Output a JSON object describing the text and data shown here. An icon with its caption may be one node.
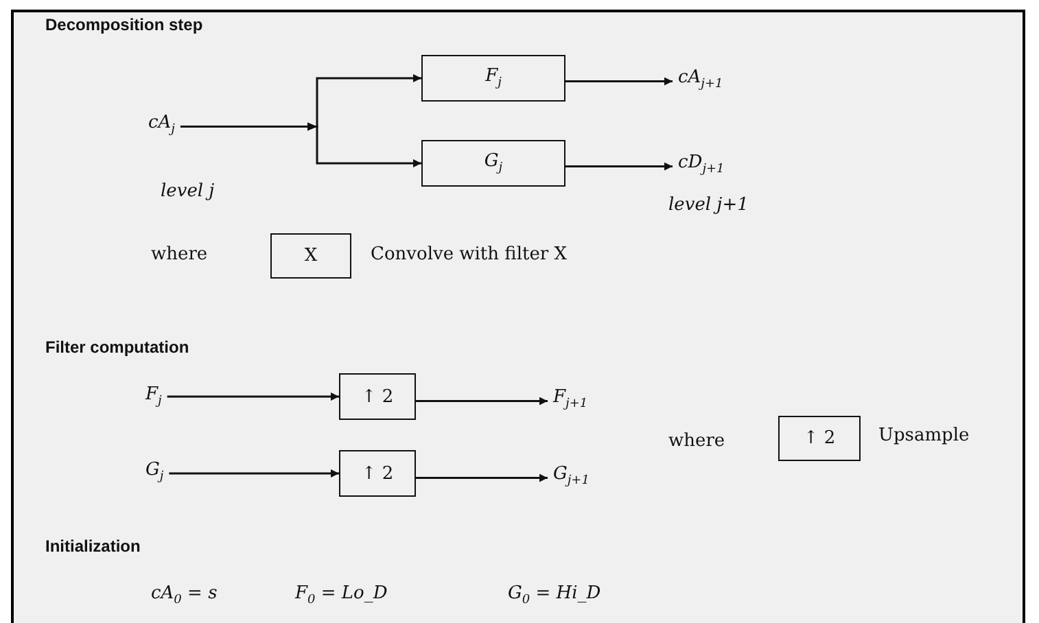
{
  "diagram": {
    "nodes": [
      {
        "text": [
          "cA$_{j}$"
        ]
      },
      {
        "text": [
          "F$_{j}$"
        ]
      },
      {
        "text": [
          "G$_{j}$"
        ]
      },
      {
        "text": [
          "cA$_{j+1}$"
        ]
      },
      {
        "text": [
          "cD$_{j+1}$"
        ]
      },
      {
        "text": [
          "X"
        ]
      },
      {
        "text": [
          "F$_{j}$"
        ]
      },
      {
        "text": [
          "↑ 2"
        ]
      },
      {
        "text": [
          "F$_{j+1}$"
        ]
      },
      {
        "text": [
          "G$_{j}$"
        ]
      },
      {
        "text": [
          "↑ 2"
        ]
      },
      {
        "text": [
          "G$_{j+1}$"
        ]
      },
      {
        "text": [
          "↑ 2"
        ]
      }
    ],
    "edges": [
      {
        "from": 0,
        "to": 1,
        "arrow": "to"
      },
      {
        "from": 0,
        "to": 2,
        "arrow": "to"
      },
      {
        "from": 1,
        "to": 3,
        "arrow": "to"
      },
      {
        "from": 2,
        "to": 4,
        "arrow": "to"
      },
      {
        "from": 6,
        "to": 7,
        "arrow": "to"
      },
      {
        "from": 7,
        "to": 8,
        "arrow": "to"
      },
      {
        "from": 9,
        "to": 10,
        "arrow": "to"
      },
      {
        "from": 10,
        "to": 11,
        "arrow": "to"
      }
    ],
    "labels": [
      "Decomposition step",
      "level j",
      "level j+1",
      "where",
      "Convolve with filter X",
      "Filter computation",
      "where",
      "Upsample",
      "Initialization",
      "cA$_{0}$ = s",
      "F$_{0}$ = Lo_D",
      "G$_{0}$ = Hi_D"
    ]
  }
}
